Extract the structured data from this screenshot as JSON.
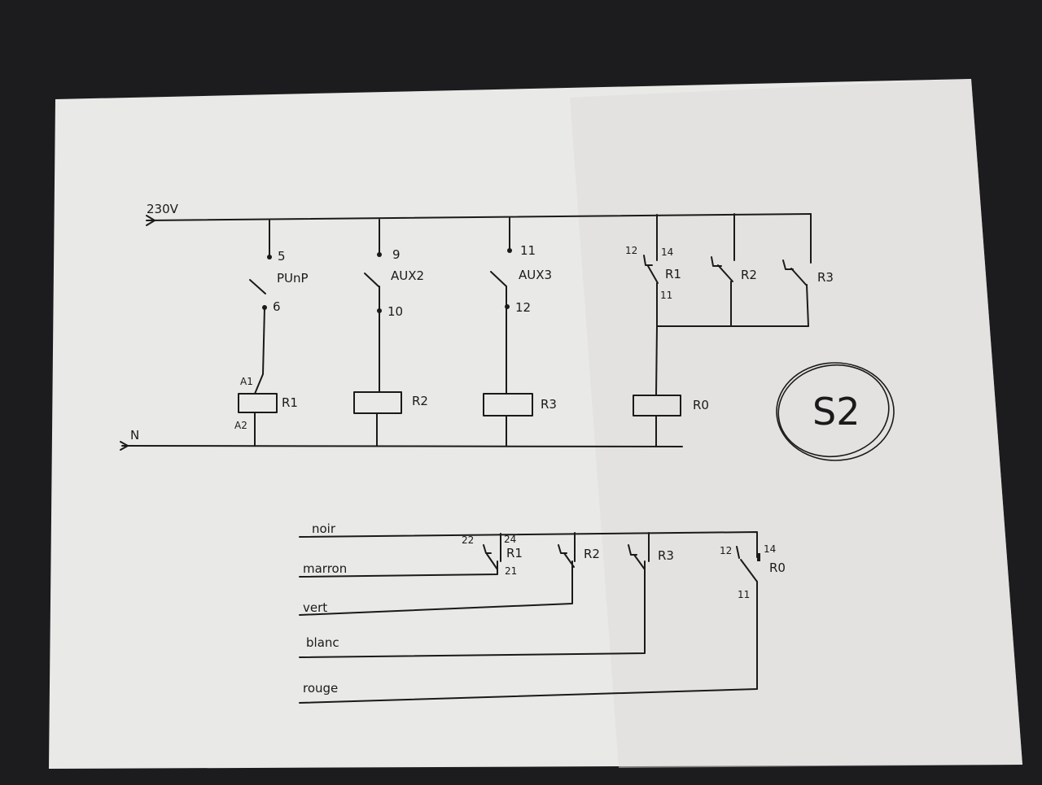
{
  "labels": {
    "supply": "230V",
    "neutral": "N",
    "pump": "PUnP",
    "aux2": "AUX2",
    "aux3": "AUX3",
    "t5": "5",
    "t6": "6",
    "t9": "9",
    "t10": "10",
    "t11": "11",
    "t12a": "12",
    "a1": "A1",
    "a2": "A2",
    "coil_r1": "R1",
    "coil_r2": "R2",
    "coil_r3": "R3",
    "coil_r0": "R0",
    "top_r1_12": "12",
    "top_r1_14": "14",
    "top_r1": "R1",
    "top_r1_11": "11",
    "top_r2": "R2",
    "top_r3": "R3",
    "badge": "S2",
    "wire_noir": "noir",
    "wire_marron": "marron",
    "wire_vert": "vert",
    "wire_blanc": "blanc",
    "wire_rouge": "rouge",
    "bot_22": "22",
    "bot_24": "24",
    "bot_r1": "R1",
    "bot_21": "21",
    "bot_r2": "R2",
    "bot_r3": "R3",
    "bot_12": "12",
    "bot_14": "14",
    "bot_r0": "R0",
    "bot_11": "11"
  },
  "colors": {
    "paper": "#e9e9e7",
    "ink": "#1a1a1a",
    "background": "#1c1c1e"
  }
}
